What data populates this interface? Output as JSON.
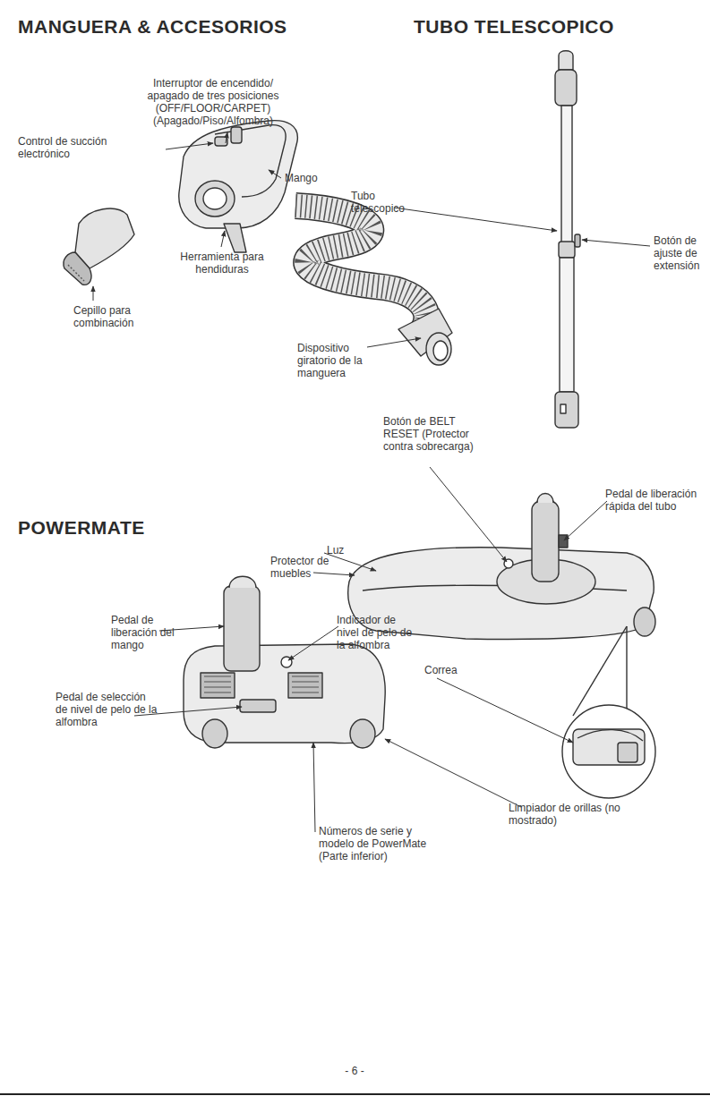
{
  "diagram": {
    "labels": [
      "MANGUERA & ACCESORIOS",
      "TUBO TELESCOPICO",
      "Interruptor de encendido/ apagado de tres posiciones (OFF/FLOOR/CARPET) (Apagado/Piso/Alfombra)",
      "Control de succión electrónico",
      "Mango",
      "Tubo telescopico",
      "Botón de ajuste de extensión",
      "Herramienta para hendiduras",
      "Cepillo para combinación",
      "Dispositivo giratorio de la manguera",
      "Botón de BELT RESET (Protector contra sobrecarga)",
      "Pedal de liberación rápida del tubo",
      "POWERMATE",
      "Luz",
      "Protector de muebles",
      "Pedal de liberación del mango",
      "Indicador de nivel de pelo de la alfombra",
      "Correa",
      "Pedal de selección de nivel de pelo de la alfombra",
      "Limpiador de orillas (no mostrado)",
      "Números de serie y modelo de PowerMate (Parte inferior)",
      "- 6 -"
    ]
  }
}
